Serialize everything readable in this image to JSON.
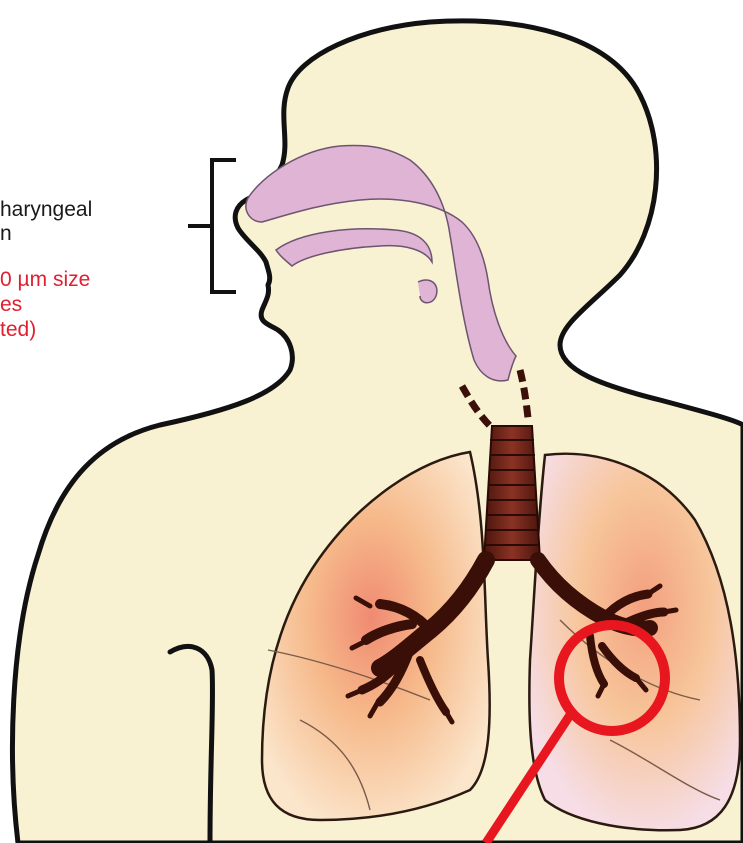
{
  "labels": {
    "region_line1": "haryngeal",
    "region_line2": "n",
    "particle_line1": "0 µm size",
    "particle_line2": "es",
    "particle_line3": "ted)"
  },
  "colors": {
    "skin": "#f8f1d2",
    "outline": "#111111",
    "airway": "#dfb4d4",
    "trachea": "#6b2216",
    "lung_inner": "#f2a47c",
    "lung_outer": "#fbe8cf",
    "highlight": "#e8161e",
    "label_text": "#1a1a1a",
    "label_red": "#e02030"
  }
}
